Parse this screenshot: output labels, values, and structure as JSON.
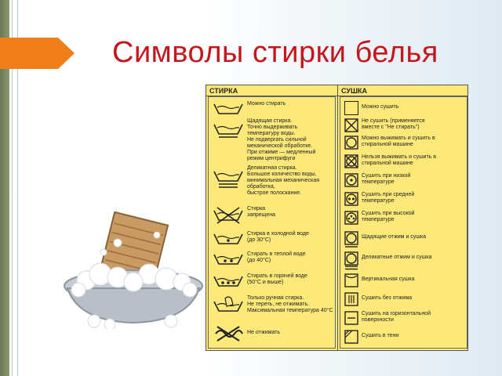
{
  "title": "Символы стирки белья",
  "table": {
    "wash_header": "СТИРКА",
    "dry_header": "СУШКА",
    "wash": [
      {
        "icon": "wash-tub-icon",
        "text": "Можно стирать"
      },
      {
        "icon": "wash-tub-gentle-icon",
        "text": "Щадящая стирка.\nТочно выдерживать\nтемпературу воды.\nНе подвергать сильной\nмеханической обработке.\nПри отжиме — медленный\nрежим центрифуги"
      },
      {
        "icon": "wash-tub-delicate-icon",
        "text": "Деликатная стирка.\nБольшое количество воды,\nминимальная механическая\nобработка,\nбыстрое полоскание."
      },
      {
        "icon": "no-wash-icon",
        "text": "Стирка\nзапрещена"
      },
      {
        "icon": "wash-30-icon",
        "text": "Стирка в холодной воде\n(до 30°С)"
      },
      {
        "icon": "wash-40-icon",
        "text": "Стирать в теплой воде\n(до 40°С)"
      },
      {
        "icon": "wash-50-icon",
        "text": "Стирать в горячей воде\n(50°С и выше)"
      },
      {
        "icon": "hand-wash-icon",
        "text": "Только ручная стирка.\nНе тереть, не отжимать.\nМаксимальная температура 40°С"
      },
      {
        "icon": "no-wring-icon",
        "text": "Не отжимать"
      }
    ],
    "dry": [
      {
        "icon": "dry-square-icon",
        "text": "Можно сушить"
      },
      {
        "icon": "no-dry-icon",
        "text": "Не сушить (применяется\nвместе с \"Не стирать\")"
      },
      {
        "icon": "tumble-dry-icon",
        "text": "Можно выжимать и сушить в\nстиральной машине"
      },
      {
        "icon": "no-tumble-dry-icon",
        "text": "Нельзя выжимать и сушить в\nстиральной машине"
      },
      {
        "icon": "dry-low-icon",
        "text": "Сушить при низкой\nтемпературе"
      },
      {
        "icon": "dry-medium-icon",
        "text": "Сушить при средней\nтемпературе"
      },
      {
        "icon": "dry-high-icon",
        "text": "Сушить при высокой\nтемпературе"
      },
      {
        "icon": "gentle-dry-icon",
        "text": "Щадящие отжим и сушка"
      },
      {
        "icon": "delicate-dry-icon",
        "text": "Деликатные отжим и сушка"
      },
      {
        "icon": "line-dry-icon",
        "text": "Вертикальная сушка"
      },
      {
        "icon": "drip-dry-icon",
        "text": "Сушить без отжима"
      },
      {
        "icon": "flat-dry-icon",
        "text": "Сушить на горизонтальной\nповерхности"
      },
      {
        "icon": "shade-dry-icon",
        "text": "Сушить в тени"
      }
    ]
  }
}
